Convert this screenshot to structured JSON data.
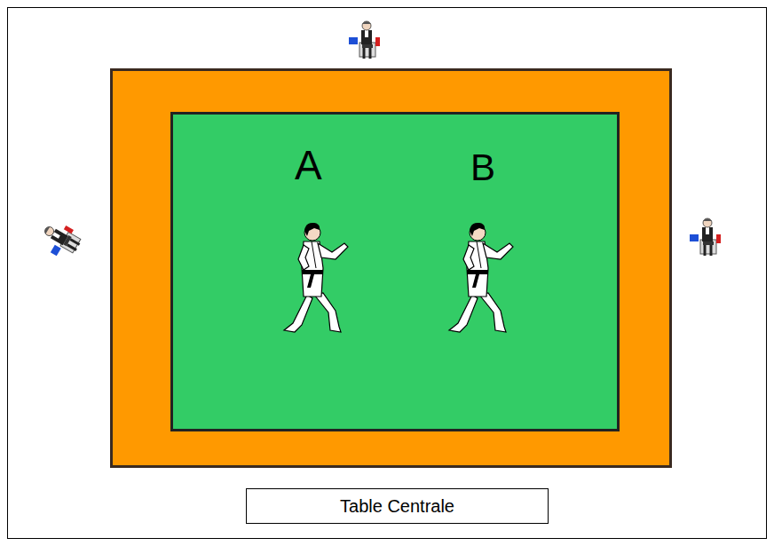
{
  "diagram": {
    "nodes": [
      {
        "text": [
          "Table Centrale"
        ]
      }
    ],
    "labels": [
      "A",
      "B"
    ]
  }
}
